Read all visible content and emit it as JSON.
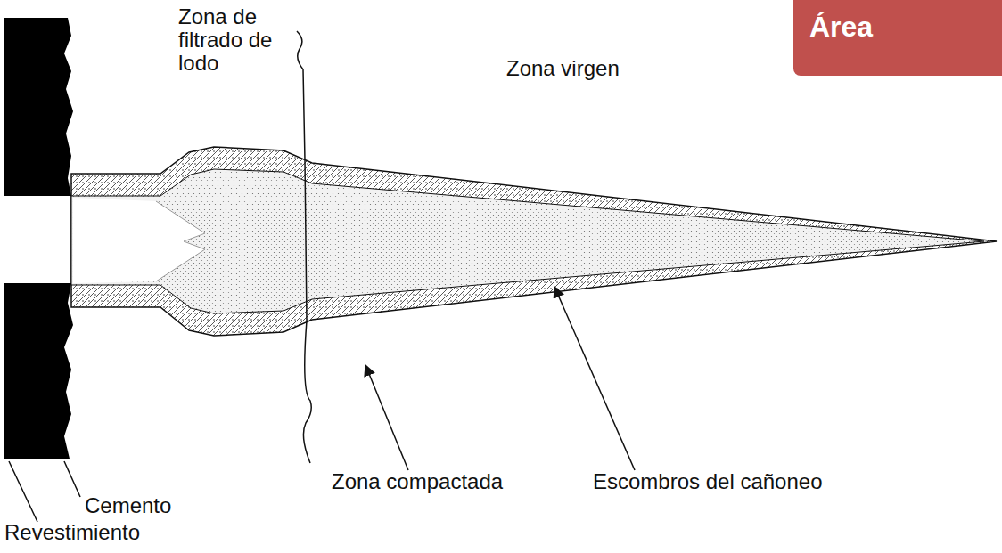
{
  "diagram": {
    "nodes": [
      {
        "text": [
          "Área"
        ]
      }
    ],
    "labels": [
      "Zona de filtrado de lodo",
      "Zona virgen",
      "Zona compactada",
      "Escombros del cañoneo",
      "Cemento",
      "Revestimiento"
    ]
  }
}
